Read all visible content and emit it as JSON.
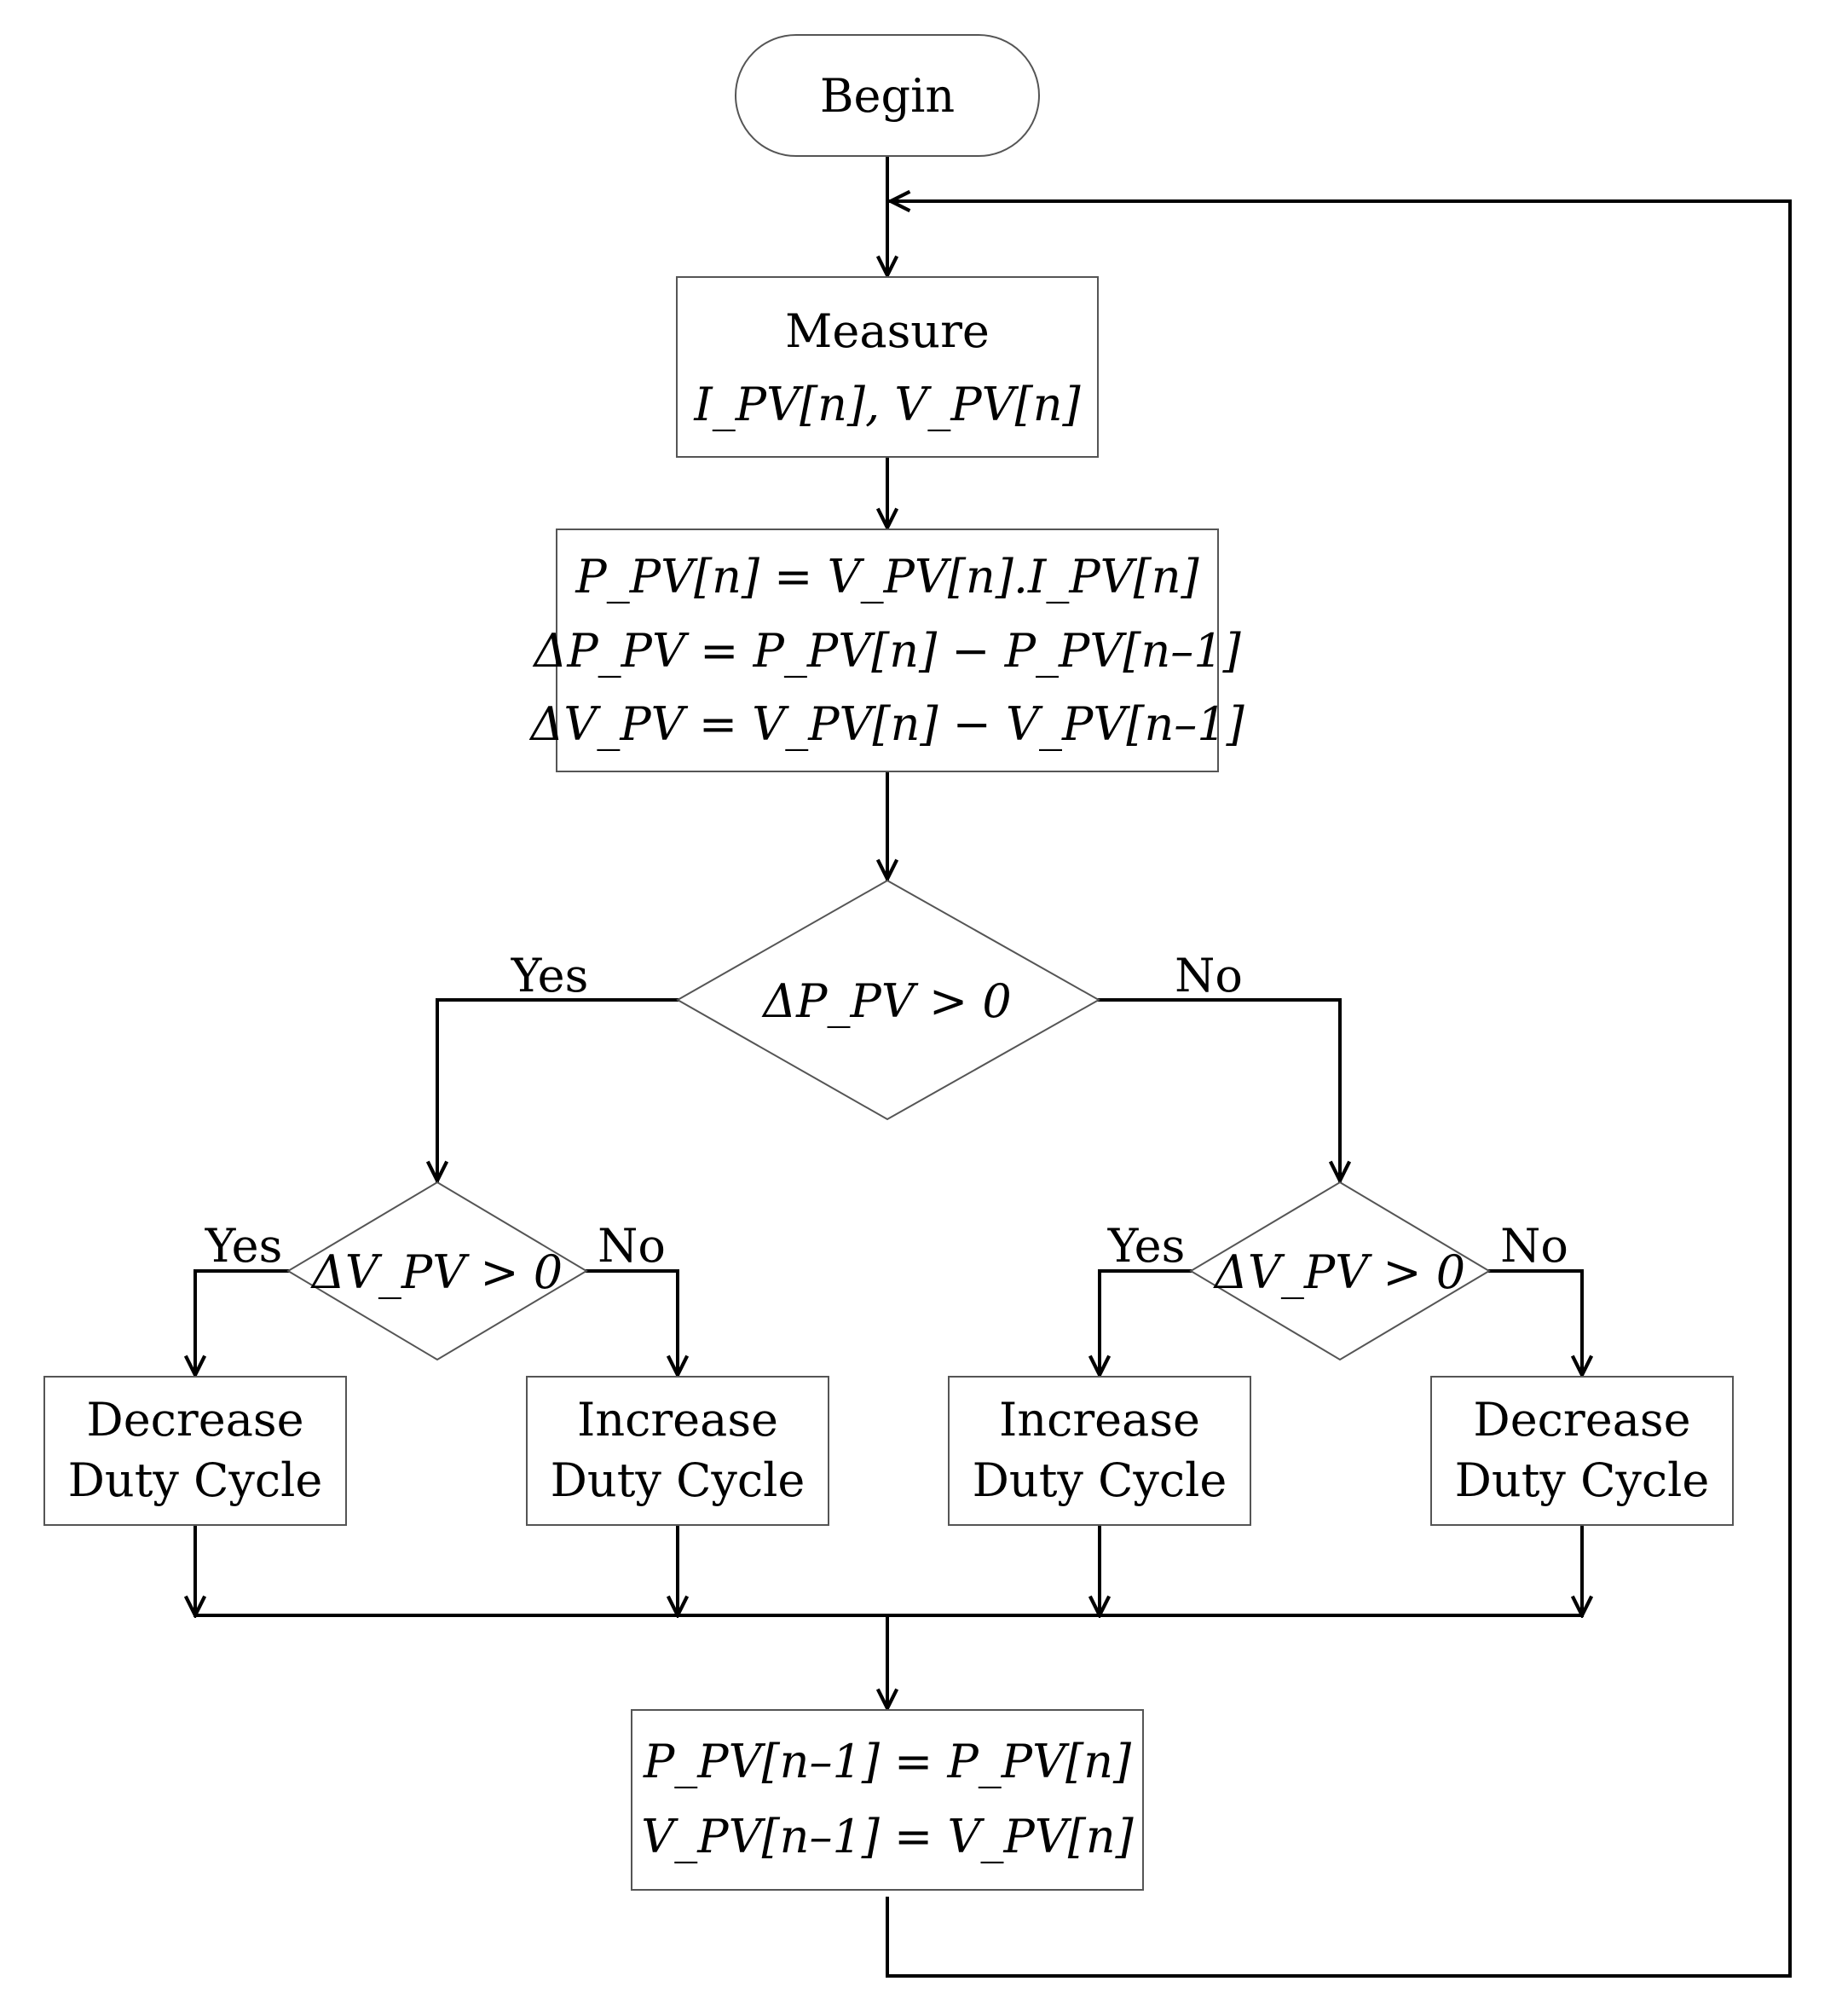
{
  "begin": "Begin",
  "measure": {
    "line1": "Measure",
    "line2": "I_PV[n],  V_PV[n]"
  },
  "compute": {
    "line1": "P_PV[n] =  V_PV[n].I_PV[n]",
    "line2": "ΔP_PV =  P_PV[n] − P_PV[n–1]",
    "line3": "ΔV_PV =  V_PV[n] − V_PV[n–1]"
  },
  "decision_p": "ΔP_PV > 0",
  "decision_v_left": "ΔV_PV > 0",
  "decision_v_right": "ΔV_PV > 0",
  "yes": "Yes",
  "no": "No",
  "actions": [
    {
      "line1": "Decrease",
      "line2": "Duty Cycle"
    },
    {
      "line1": "Increase",
      "line2": "Duty Cycle"
    },
    {
      "line1": "Increase",
      "line2": "Duty Cycle"
    },
    {
      "line1": "Decrease",
      "line2": "Duty Cycle"
    }
  ],
  "update": {
    "line1": "P_PV[n–1] =  P_PV[n]",
    "line2": "V_PV[n–1] =  V_PV[n]"
  }
}
